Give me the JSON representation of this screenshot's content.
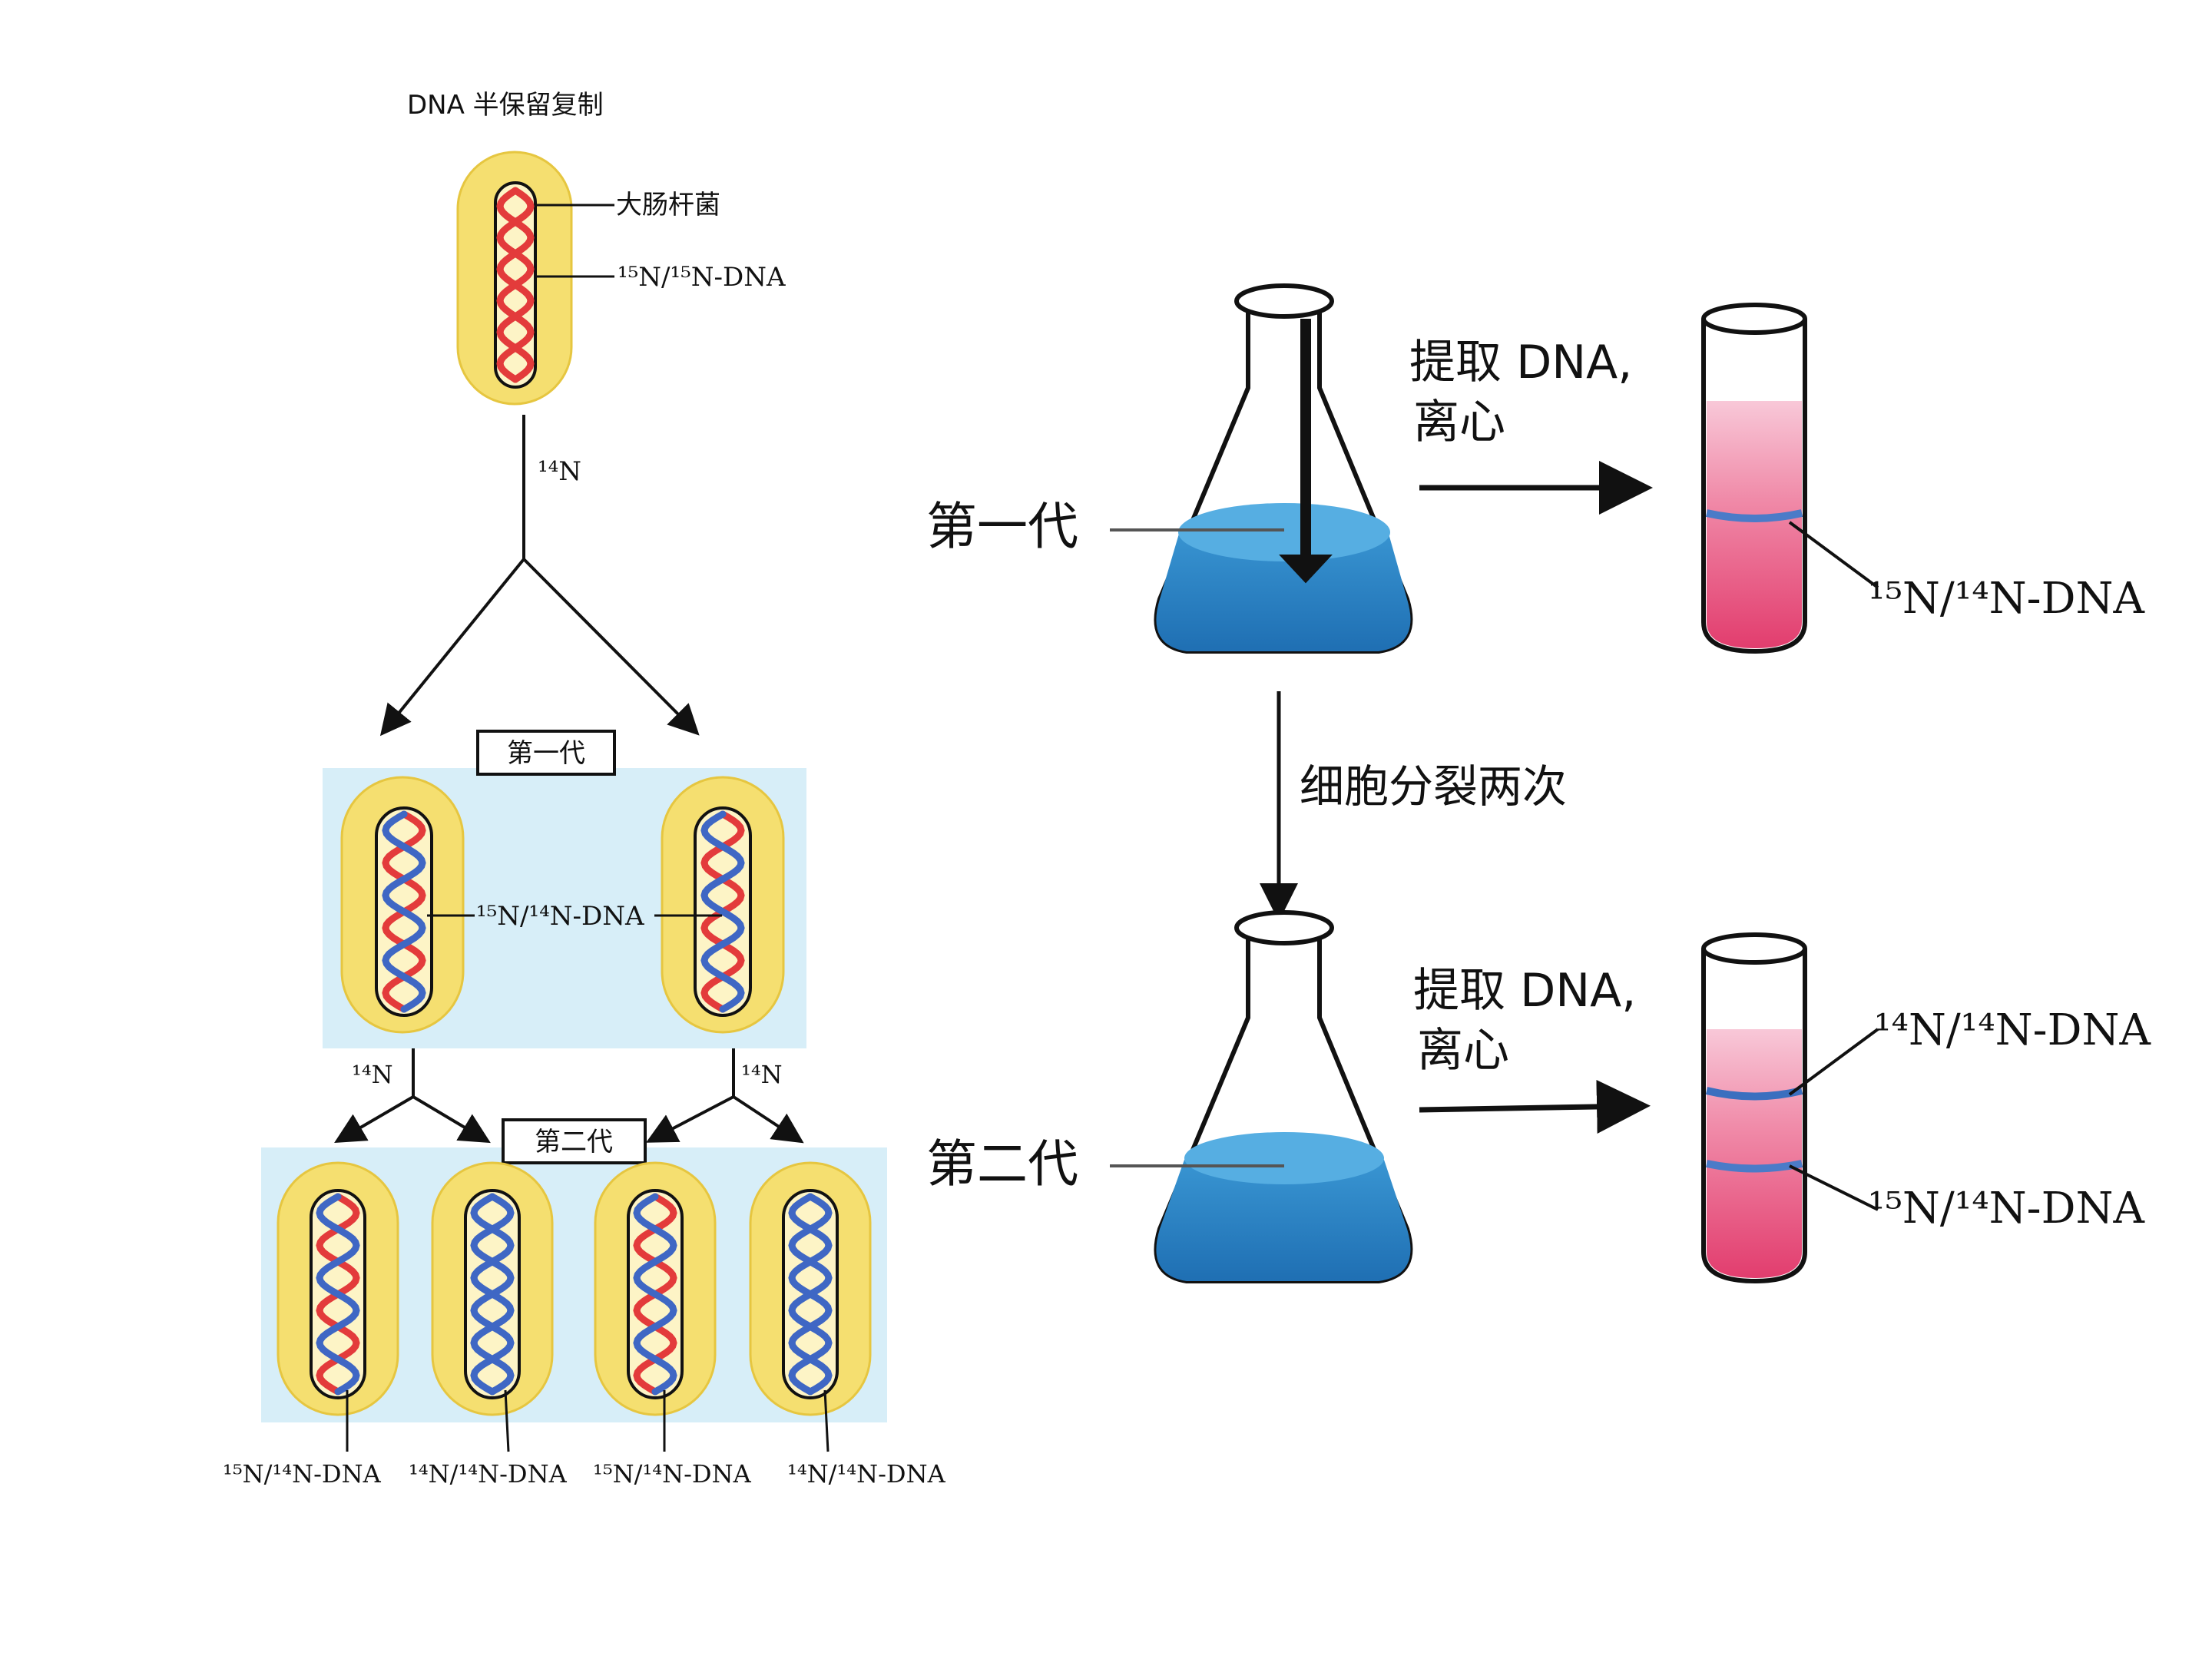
{
  "left_panel": {
    "title": "DNA 半保留复制",
    "parent": {
      "ecoli_label": "大肠杆菌",
      "dna_label": "¹⁵N/¹⁵N-DNA"
    },
    "medium_label": "¹⁴N",
    "generation1": {
      "box_label": "第一代",
      "dna_label": "¹⁵N/¹⁴N-DNA",
      "medium_left": "¹⁴N",
      "medium_right": "¹⁴N"
    },
    "generation2": {
      "box_label": "第二代",
      "cells": [
        {
          "label": "¹⁵N/¹⁴N-DNA",
          "strands": [
            "red",
            "blue"
          ]
        },
        {
          "label": "¹⁴N/¹⁴N-DNA",
          "strands": [
            "blue",
            "blue"
          ]
        },
        {
          "label": "¹⁵N/¹⁴N-DNA",
          "strands": [
            "red",
            "blue"
          ]
        },
        {
          "label": "¹⁴N/¹⁴N-DNA",
          "strands": [
            "blue",
            "blue"
          ]
        }
      ]
    }
  },
  "right_panel": {
    "gen1": {
      "flask_label": "第一代",
      "step_line1": "提取 DNA,",
      "step_line2": "离心",
      "band_label": "¹⁵N/¹⁴N-DNA"
    },
    "division_label": "细胞分裂两次",
    "gen2": {
      "flask_label": "第二代",
      "step_line1": "提取 DNA,",
      "step_line2": "离心",
      "band_top_label": "¹⁴N/¹⁴N-DNA",
      "band_bottom_label": "¹⁵N/¹⁴N-DNA"
    }
  },
  "colors": {
    "heavy_strand": "#e33b3b",
    "light_strand": "#3f67c4",
    "cell_wall": "#f5df70",
    "cell_inner": "#fdf4c6",
    "generation_box": "#d7eef8",
    "medium": "#2a84c6",
    "tube_fill": "#e84c7e",
    "band": "#4b7bc8"
  }
}
